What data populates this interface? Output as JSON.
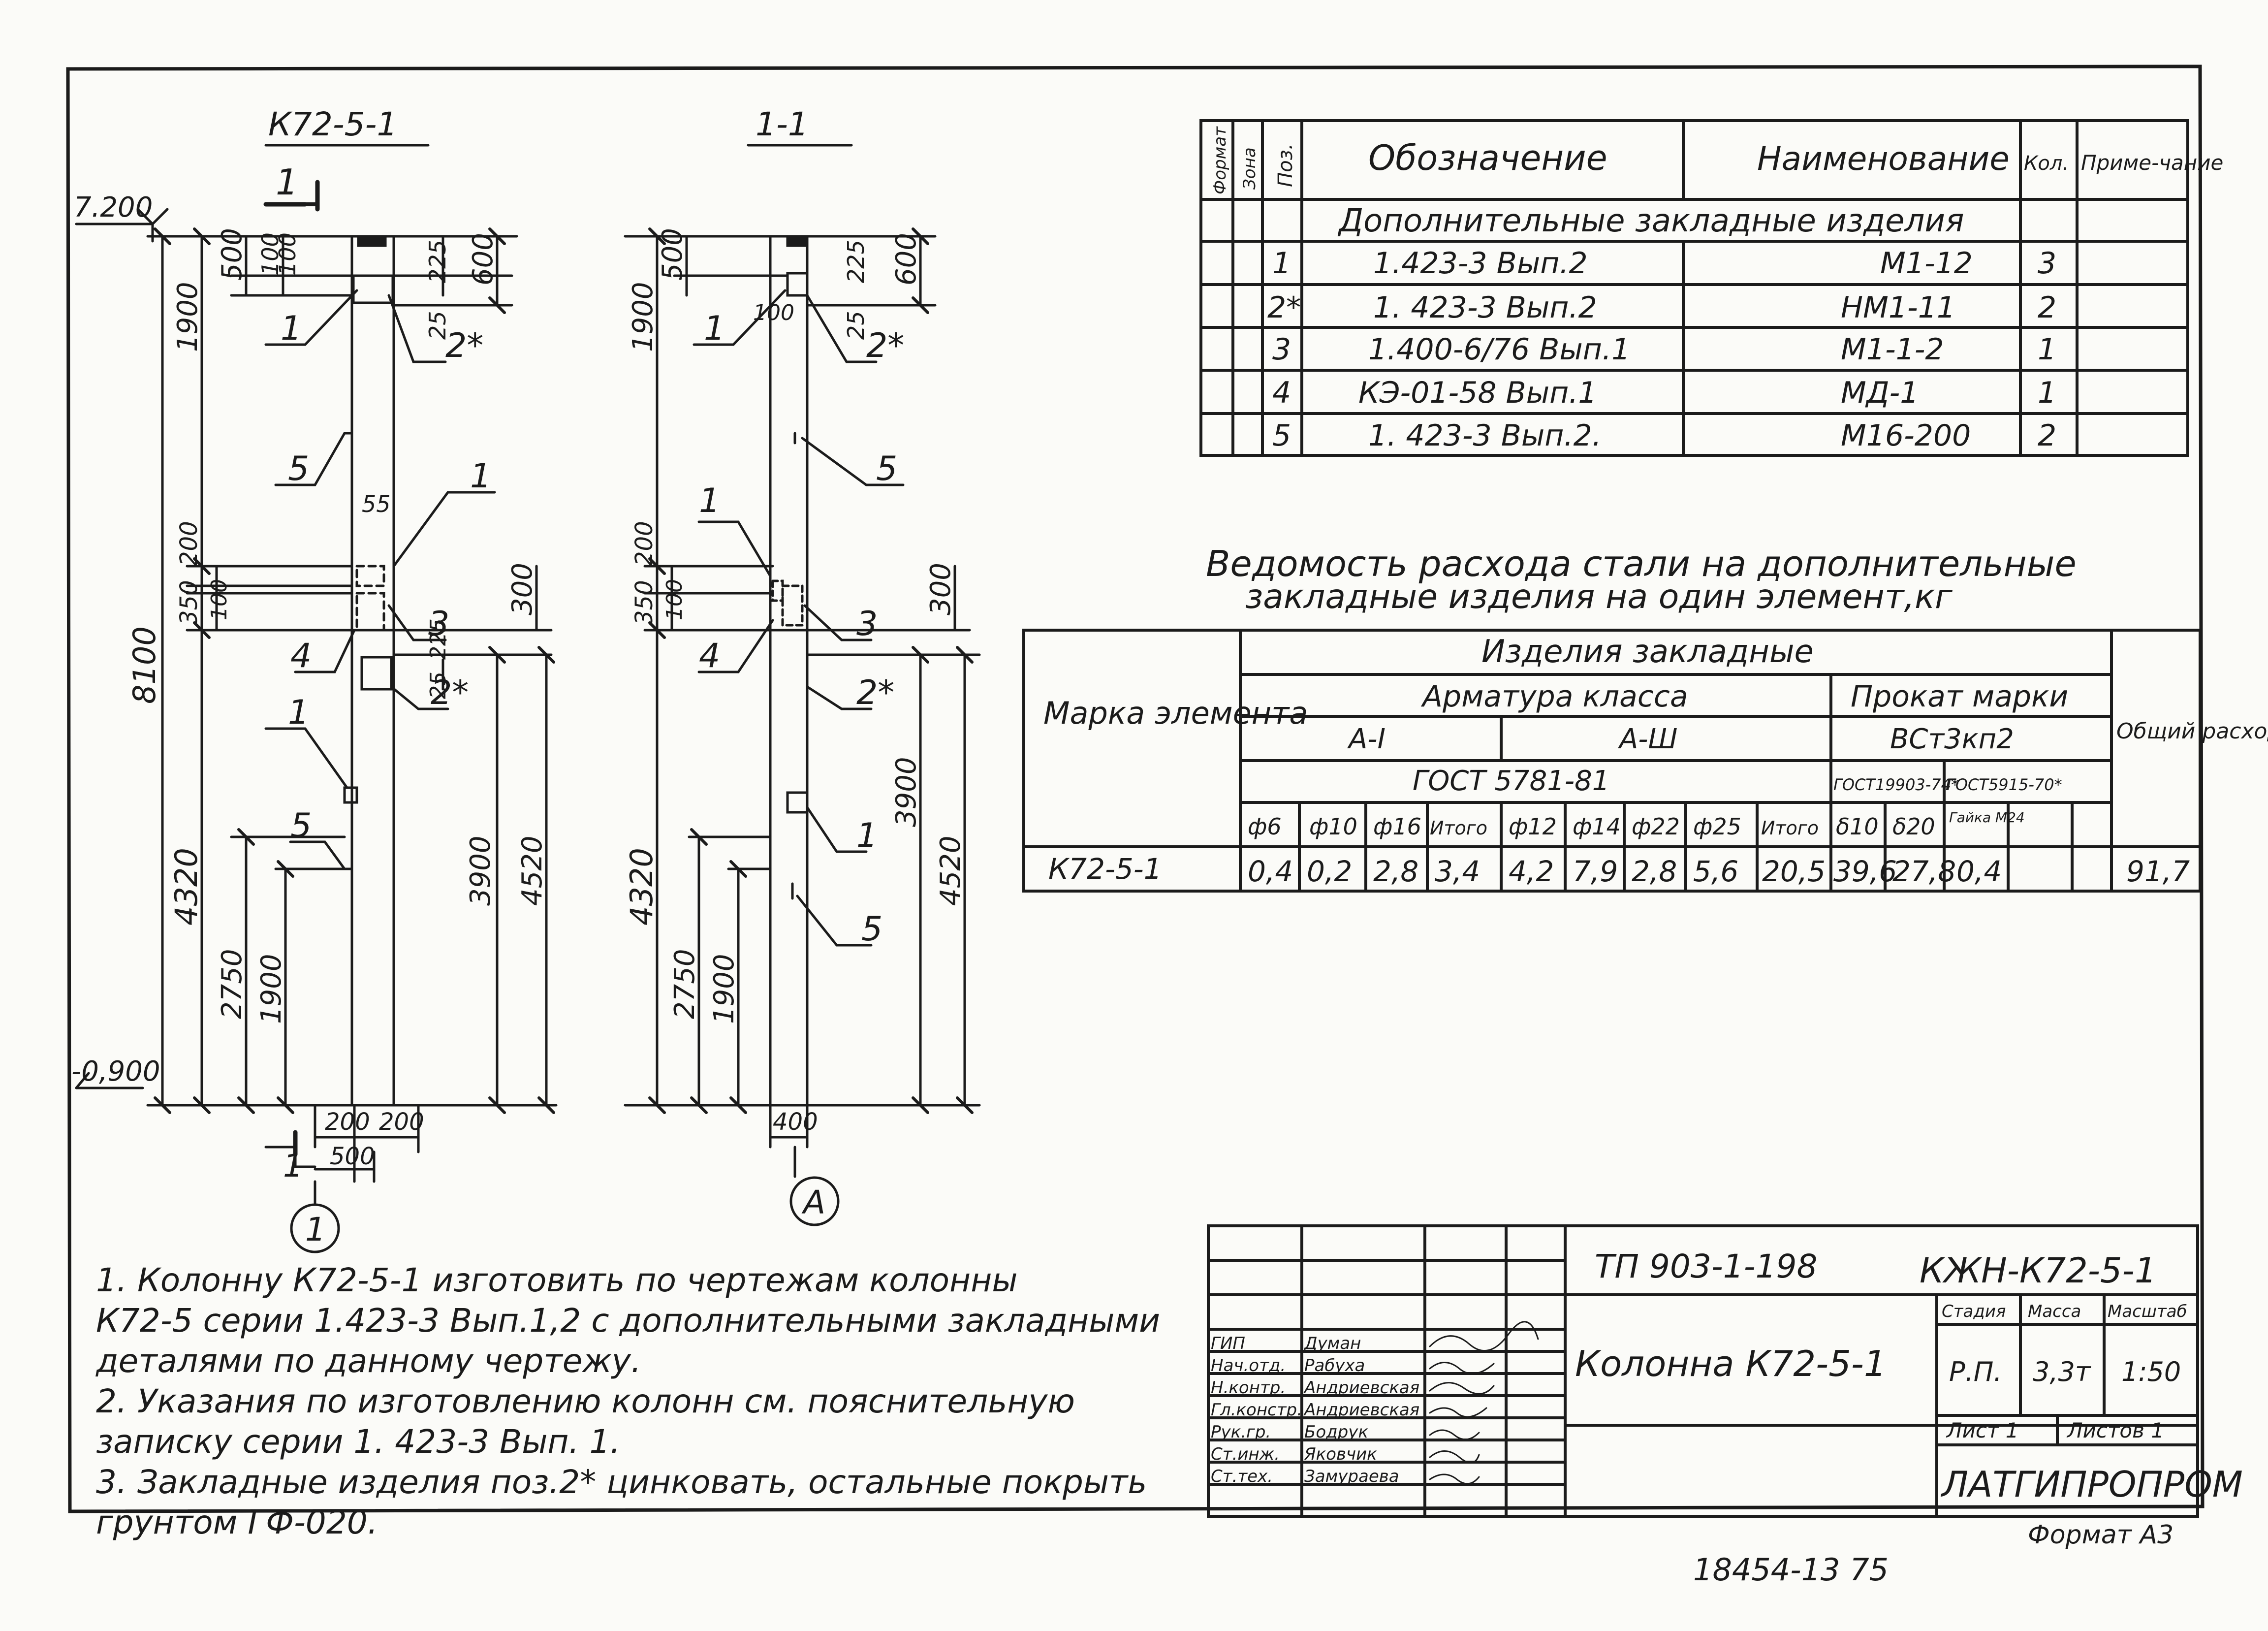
{
  "views": {
    "left_title": "К72-5-1",
    "right_title": "1-1",
    "section_mark": "1",
    "elev_top": "7.200",
    "elev_bottom": "-0,900",
    "axis_left": "1",
    "axis_right": "А"
  },
  "dims_left": {
    "d1900": "1900",
    "d500": "500",
    "d100a": "100",
    "d100b": "100",
    "d25a": "25",
    "d225": "225",
    "d600": "600",
    "d55": "55",
    "d350": "350",
    "d200": "200",
    "d100c": "100",
    "d300": "300",
    "d25b": "25",
    "d225b": "225",
    "d8100": "8100",
    "d4320": "4320",
    "d2750": "2750",
    "d1900b": "1900",
    "d3900": "3900",
    "d4520": "4520",
    "d200w": "200",
    "d200w2": "200",
    "d500b": "500",
    "l1a": "1",
    "l2a": "2*",
    "l5a": "5",
    "l1b": "1",
    "l4": "4",
    "l3": "3",
    "l2b": "2*",
    "l1c": "1",
    "l5b": "5",
    "lsec": "1"
  },
  "dims_right": {
    "d500": "500",
    "d1900": "1900",
    "d100": "100",
    "d25": "25",
    "d225": "225",
    "d600": "600",
    "d350": "350",
    "d200": "200",
    "d100c": "100",
    "d300": "300",
    "d4320": "4320",
    "d2750": "2750",
    "d1900b": "1900",
    "d3900": "3900",
    "d4520": "4520",
    "d400": "400",
    "l1a": "1",
    "l2a": "2*",
    "l5a": "5",
    "l1b": "1",
    "l4": "4",
    "l3": "3",
    "l2b": "2*",
    "l1c": "1",
    "l5b": "5"
  },
  "spec": {
    "headers": {
      "format": "Формат",
      "zone": "Зона",
      "pos": "Поз.",
      "designation": "Обозначение",
      "name": "Наименование",
      "qty": "Кол.",
      "note": "Приме-чание"
    },
    "group": "Дополнительные закладные изделия",
    "rows": [
      {
        "pos": "1",
        "designation": "1.423-3 Вып.2",
        "name": "М1-12",
        "qty": "3"
      },
      {
        "pos": "2*",
        "designation": "1. 423-3 Вып.2",
        "name": "НМ1-11",
        "qty": "2"
      },
      {
        "pos": "3",
        "designation": "1.400-6/76 Вып.1",
        "name": "М1-1-2",
        "qty": "1"
      },
      {
        "pos": "4",
        "designation": "КЭ-01-58 Вып.1",
        "name": "МД-1",
        "qty": "1"
      },
      {
        "pos": "5",
        "designation": "1. 423-3 Вып.2.",
        "name": "М16-200",
        "qty": "2"
      }
    ]
  },
  "steel": {
    "title1": "Ведомость расхода стали на дополнительные",
    "title2": "закладные изделия на один элемент,кг",
    "h_mark": "Марка элемента",
    "h_items": "Изделия закладные",
    "h_rebar": "Арматура класса",
    "h_rolled": "Прокат марки",
    "h_total": "Общий расход",
    "c_a1": "А-I",
    "c_a3": "А-Ш",
    "c_grade": "ВСт3кп2",
    "c_gost": "ГОСТ 5781-81",
    "c_gost2": "ГОСТ19903-74*",
    "c_gost3": "ГОСТ5915-70*",
    "cols": [
      "ф6",
      "ф10",
      "ф16",
      "Итого",
      "ф12",
      "ф14",
      "ф22",
      "ф25",
      "Итого",
      "δ10",
      "δ20",
      "Гайка М24"
    ],
    "row_mark": "К72-5-1",
    "row_values": [
      "0,4",
      "0,2",
      "2,8",
      "3,4",
      "4,2",
      "7,9",
      "2,8",
      "5,6",
      "20,5",
      "39,6",
      "27,8",
      "0,4"
    ],
    "row_total": "91,7"
  },
  "notes": [
    "1. Колонну К72-5-1 изготовить по чертежам колонны",
    "К72-5 серии 1.423-3 Вып.1,2 с дополнительными закладными",
    "деталями по данному чертежу.",
    "2. Указания по изготовлению колонн см. пояснительную",
    "записку серии 1. 423-3 Вып. 1.",
    "3. Закладные изделия поз.2* цинковать, остальные покрыть",
    "грунтом ГФ-020."
  ],
  "stamp": {
    "project": "ТП 903-1-198",
    "code": "КЖН-К72-5-1",
    "title": "Колонна К72-5-1",
    "h_stage": "Стадия",
    "h_mass": "Масса",
    "h_scale": "Масштаб",
    "stage": "Р.П.",
    "mass": "3,3т",
    "scale": "1:50",
    "sheet": "Лист 1",
    "sheets": "Листов 1",
    "org": "ЛАТГИПРОПРОМ",
    "roles": [
      {
        "role": "ГИП",
        "name": "Думан"
      },
      {
        "role": "Нач.отд.",
        "name": "Рабуха"
      },
      {
        "role": "Н.контр.",
        "name": "Андриевская"
      },
      {
        "role": "Гл.констр.",
        "name": "Андриевская"
      },
      {
        "role": "Рук.гр.",
        "name": "Бодрук"
      },
      {
        "role": "Ст.инж.",
        "name": "Яковчик"
      },
      {
        "role": "Ст.тех.",
        "name": "Замураева"
      }
    ],
    "format": "Формат А3",
    "archive": "18454-13 75"
  }
}
